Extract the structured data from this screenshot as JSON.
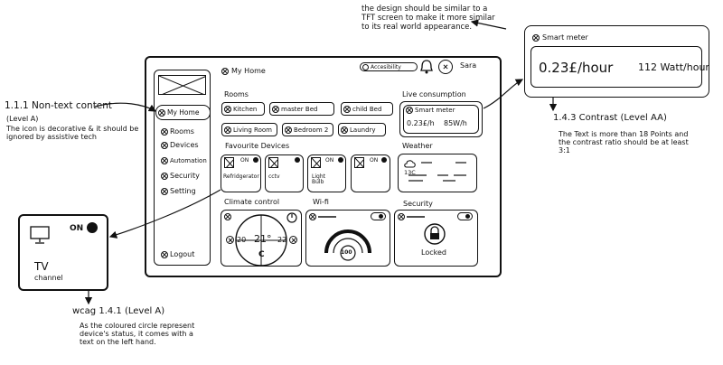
{
  "annotations": {
    "tft_note": "the design should be similar to a TFT screen to make it more similar to its real world appearance.",
    "non_text_title": "1.1.1 Non-text content",
    "non_text_level": "(Level A)",
    "non_text_body": "The icon is decorative & it should be ignored by assistive tech",
    "contrast_title": "1.4.3 Contrast (Level AA)",
    "contrast_body": "The Text is more than 18 Points and the contrast ratio should be at least 3:1",
    "color_title": "wcag 1.4.1 (Level A)",
    "color_body": "As the coloured circle represent device's status, it comes with a text on the left hand."
  },
  "header": {
    "home_label": "My Home",
    "accessibility_label": "Accesibility",
    "user_name": "Sara"
  },
  "sidebar": {
    "items": [
      {
        "label": "My Home"
      },
      {
        "label": "Rooms"
      },
      {
        "label": "Devices"
      },
      {
        "label": "Automation"
      },
      {
        "label": "Security"
      },
      {
        "label": "Setting"
      }
    ],
    "logout_label": "Logout"
  },
  "rooms": {
    "title": "Rooms",
    "items": [
      {
        "label": "Kitchen"
      },
      {
        "label": "master Bed"
      },
      {
        "label": "child Bed"
      },
      {
        "label": "Living Room"
      },
      {
        "label": "Bedroom 2"
      },
      {
        "label": "Laundry"
      }
    ]
  },
  "live": {
    "title": "Live consumption",
    "card_title": "Smart meter",
    "cost": "0.23£/h",
    "power": "85W/h"
  },
  "favourites": {
    "title": "Favourite Devices",
    "items": [
      {
        "label": "Refridgerator",
        "state": "ON"
      },
      {
        "label": "cctv",
        "state": ""
      },
      {
        "label": "Light Bulb",
        "state": "ON"
      },
      {
        "label": "",
        "state": "ON"
      }
    ]
  },
  "weather": {
    "title": "Weather",
    "temp": "13C"
  },
  "climate": {
    "title": "Climate control",
    "min": "20",
    "current": "21°",
    "max": "22",
    "unit": "C"
  },
  "wifi": {
    "title": "Wi-fi",
    "level_percent": 100,
    "level_label": "100"
  },
  "security": {
    "title": "Security",
    "status": "Locked"
  },
  "smart_meter_zoom": {
    "title": "Smart meter",
    "cost": "0.23£/hour",
    "power": "112 Watt/hour"
  },
  "tv_zoom": {
    "state": "ON",
    "name": "TV",
    "sub": "channel"
  }
}
